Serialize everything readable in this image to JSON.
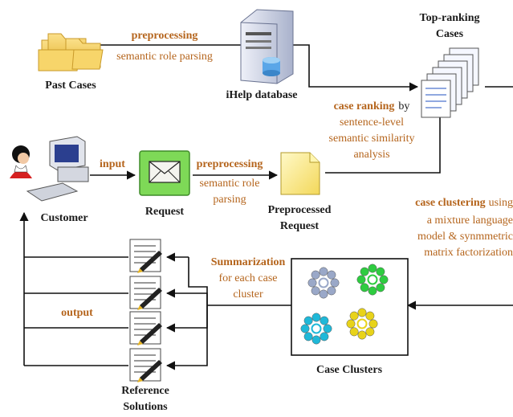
{
  "labels": {
    "past_cases": "Past Cases",
    "preprocessing_top": "preprocessing",
    "semantic_role_parsing_top": "semantic role parsing",
    "ihelp_database": "iHelp database",
    "top_ranking_line1": "Top-ranking",
    "top_ranking_line2": "Cases",
    "case_ranking_bold": "case ranking",
    "case_ranking_by": "by",
    "case_ranking_line2": "sentence-level",
    "case_ranking_line3": "semantic similarity",
    "case_ranking_line4": "analysis",
    "customer": "Customer",
    "input": "input",
    "request": "Request",
    "preprocessing_mid": "preprocessing",
    "semantic_role_mid1": "semantic role",
    "semantic_role_mid2": "parsing",
    "preprocessed_line1": "Preprocessed",
    "preprocessed_line2": "Request",
    "case_clustering_bold": "case clustering",
    "case_clustering_using": "using",
    "case_clustering_line2": "a mixture language",
    "case_clustering_line3": "model & synmmetric",
    "case_clustering_line4": "matrix factorization",
    "summarization": "Summarization",
    "summarization_line2": "for each case",
    "summarization_line3": "cluster",
    "output": "output",
    "case_clusters": "Case Clusters",
    "reference_line1": "Reference",
    "reference_line2": "Solutions"
  },
  "colors": {
    "accent_text": "#b5651d",
    "folder": "#f2c94c",
    "request_box": "#7ed957",
    "document": "#fff3a0",
    "cluster_gray": "#9aa8c8",
    "cluster_green": "#2ecc40",
    "cluster_cyan": "#1fb8d8",
    "cluster_yellow": "#e8d31a"
  },
  "icons": {
    "past_cases": "folders-icon",
    "database": "server-database-icon",
    "top_ranking": "document-stack-icon",
    "customer": "person-icon",
    "computer": "computer-icon",
    "request": "envelope-icon",
    "preprocessed": "document-icon",
    "reference": "document-pen-icon"
  }
}
